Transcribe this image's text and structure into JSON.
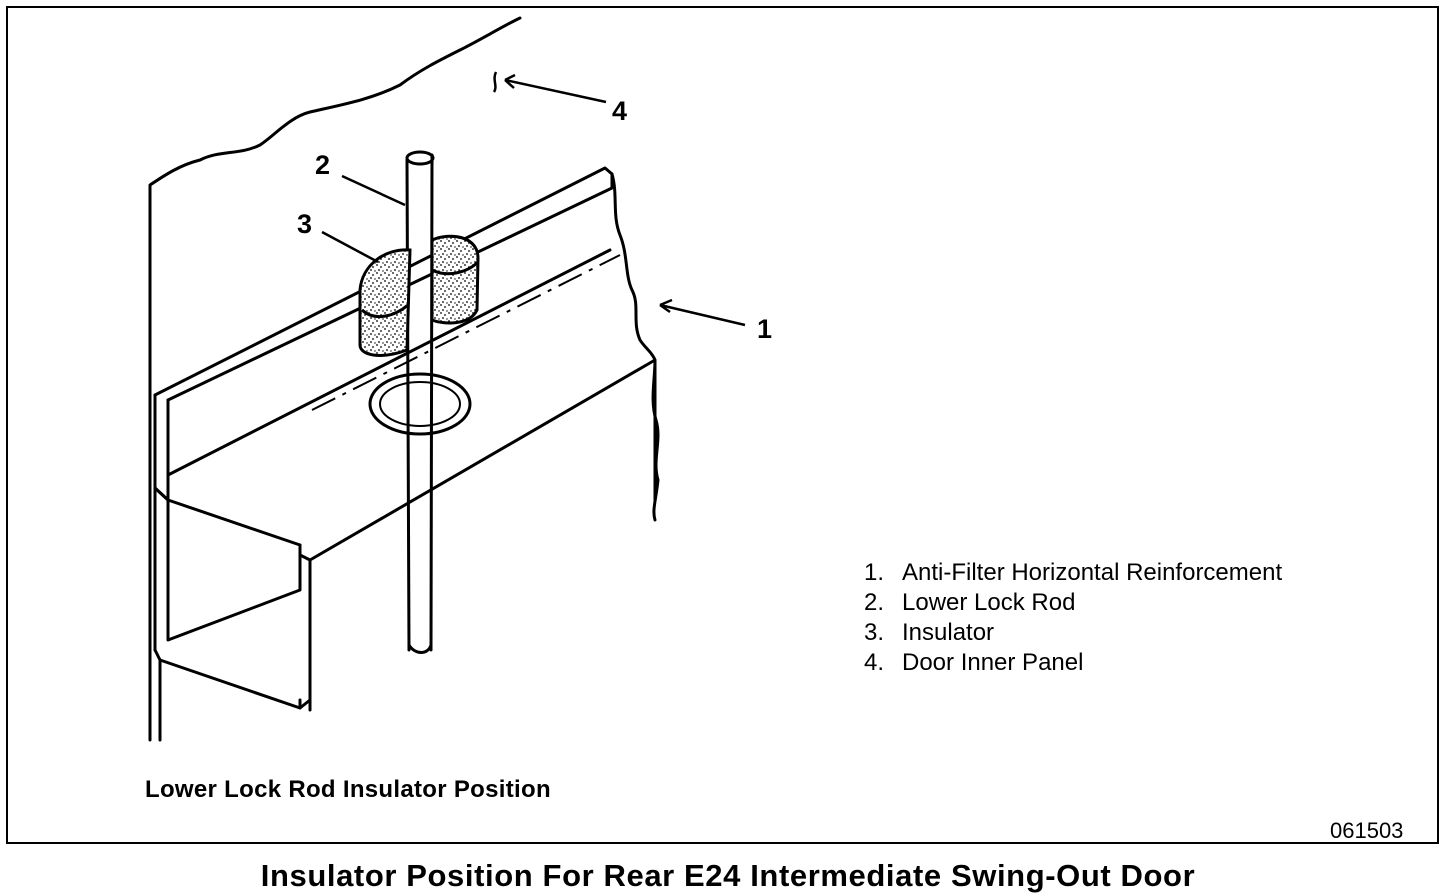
{
  "callouts": {
    "c1": "1",
    "c2": "2",
    "c3": "3",
    "c4": "4"
  },
  "legend": [
    {
      "num": "1.",
      "label": "Anti-Filter Horizontal Reinforcement"
    },
    {
      "num": "2.",
      "label": "Lower Lock Rod"
    },
    {
      "num": "3.",
      "label": "Insulator"
    },
    {
      "num": "4.",
      "label": "Door Inner Panel"
    }
  ],
  "diagram_caption": "Lower Lock Rod Insulator Position",
  "figure_code": "061503",
  "figure_title": "Insulator Position For Rear E24 Intermediate Swing-Out Door",
  "colors": {
    "ink": "#000000",
    "paper": "#ffffff"
  }
}
